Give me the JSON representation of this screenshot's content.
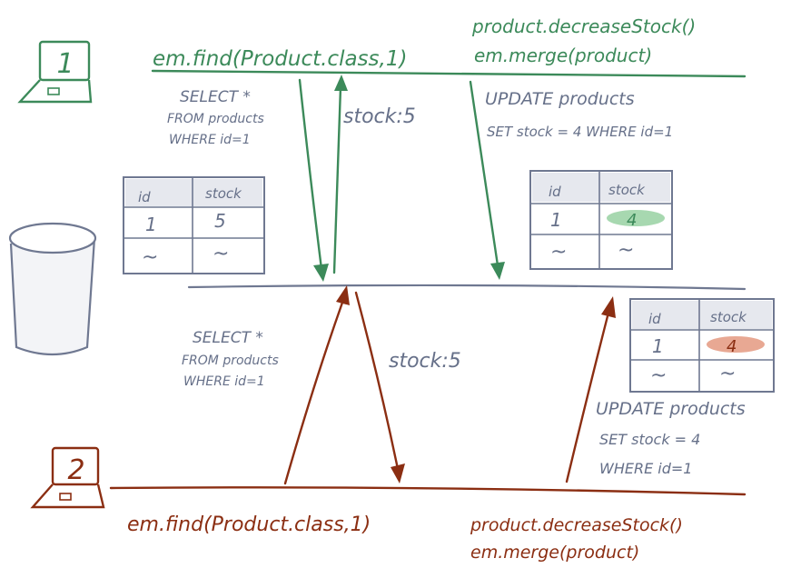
{
  "client1": {
    "label": "1",
    "find_call": "em.find(Product.class,1)",
    "decrease_call": "product.decreaseStock()",
    "merge_call": "em.merge(product)",
    "select": [
      "SELECT *",
      "FROM products",
      "WHERE id=1"
    ],
    "result": "stock:5",
    "update": [
      "UPDATE products",
      "SET stock = 4 WHERE id=1"
    ]
  },
  "client2": {
    "label": "2",
    "find_call": "em.find(Product.class,1)",
    "decrease_call": "product.decreaseStock()",
    "merge_call": "em.merge(product)",
    "select": [
      "SELECT *",
      "FROM products",
      "WHERE id=1"
    ],
    "result": "stock:5",
    "update": [
      "UPDATE products",
      "SET stock = 4",
      "WHERE id=1"
    ]
  },
  "tables": {
    "initial": {
      "headers": [
        "id",
        "stock"
      ],
      "row": [
        "1",
        "5"
      ],
      "tail": [
        "~",
        "~"
      ]
    },
    "after_update_1": {
      "headers": [
        "id",
        "stock"
      ],
      "row": [
        "1",
        "4"
      ],
      "tail": [
        "~",
        "~"
      ],
      "highlight": "#7fbf8a"
    },
    "after_update_2": {
      "headers": [
        "id",
        "stock"
      ],
      "row": [
        "1",
        "4"
      ],
      "tail": [
        "~",
        "~"
      ],
      "highlight": "#d98a6f"
    }
  },
  "colors": {
    "client1": "#3c8a5a",
    "client2": "#8b2e12",
    "database": "#667089"
  }
}
